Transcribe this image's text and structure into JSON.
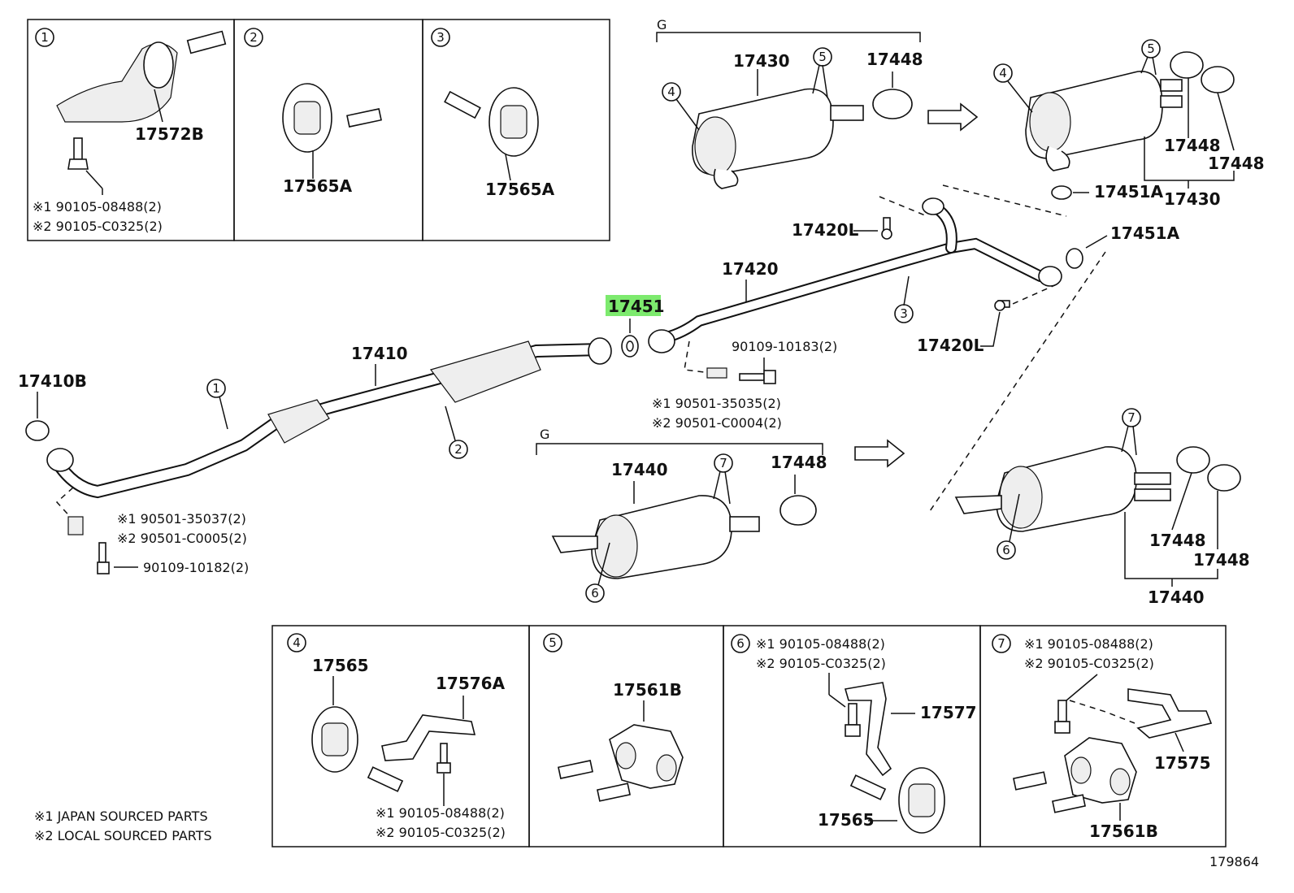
{
  "diagram_id": "179864",
  "legend": {
    "note1": "※1 JAPAN SOURCED PARTS",
    "note2": "※2 LOCAL SOURCED PARTS"
  },
  "highlighted_part": "17451",
  "labels": {
    "p17572B": "17572B",
    "p17565A_a": "17565A",
    "p17565A_b": "17565A",
    "p17430_top": "17430",
    "p17448_top": "17448",
    "p17448_r1": "17448",
    "p17448_r2": "17448",
    "p17430_r": "17430",
    "p17451A_a": "17451A",
    "p17451A_b": "17451A",
    "p17420L_a": "17420L",
    "p17420L_b": "17420L",
    "p17420": "17420",
    "p17451": "17451",
    "p17410": "17410",
    "p17410B": "17410B",
    "p17440": "17440",
    "p17448_mid": "17448",
    "p17448_br1": "17448",
    "p17448_br2": "17448",
    "p17440_r": "17440",
    "p17565_b4": "17565",
    "p17576A": "17576A",
    "p17561B_b5": "17561B",
    "p17577": "17577",
    "p17565_b6": "17565",
    "p17575": "17575",
    "p17561B_b7": "17561B",
    "g_top": "G",
    "g_mid": "G",
    "b1_jp": "※1 90105-08488(2)",
    "b1_loc": "※2 90105-C0325(2)",
    "bolt_a": "90109-10183(2)",
    "spring_a_jp": "※1 90501-35035(2)",
    "spring_a_loc": "※2 90501-C0004(2)",
    "spring_b_jp": "※1 90501-35037(2)",
    "spring_b_loc": "※2 90501-C0005(2)",
    "bolt_b": "90109-10182(2)",
    "b4_jp": "※1 90105-08488(2)",
    "b4_loc": "※2 90105-C0325(2)",
    "b6_jp": "※1 90105-08488(2)",
    "b6_loc": "※2 90105-C0325(2)",
    "b7_jp": "※1 90105-08488(2)",
    "b7_loc": "※2 90105-C0325(2)"
  },
  "callouts": {
    "c1_box": "1",
    "c2_box": "2",
    "c3_box": "3",
    "c4_box": "4",
    "c5_box": "5",
    "c6_box": "6",
    "c7_box": "7",
    "c1": "1",
    "c2": "2",
    "c3": "3",
    "c4_a": "4",
    "c5_a": "5",
    "c4_b": "4",
    "c5_b": "5",
    "c7_a": "7",
    "c6_a": "6",
    "c7_b": "7",
    "c6_b": "6"
  }
}
